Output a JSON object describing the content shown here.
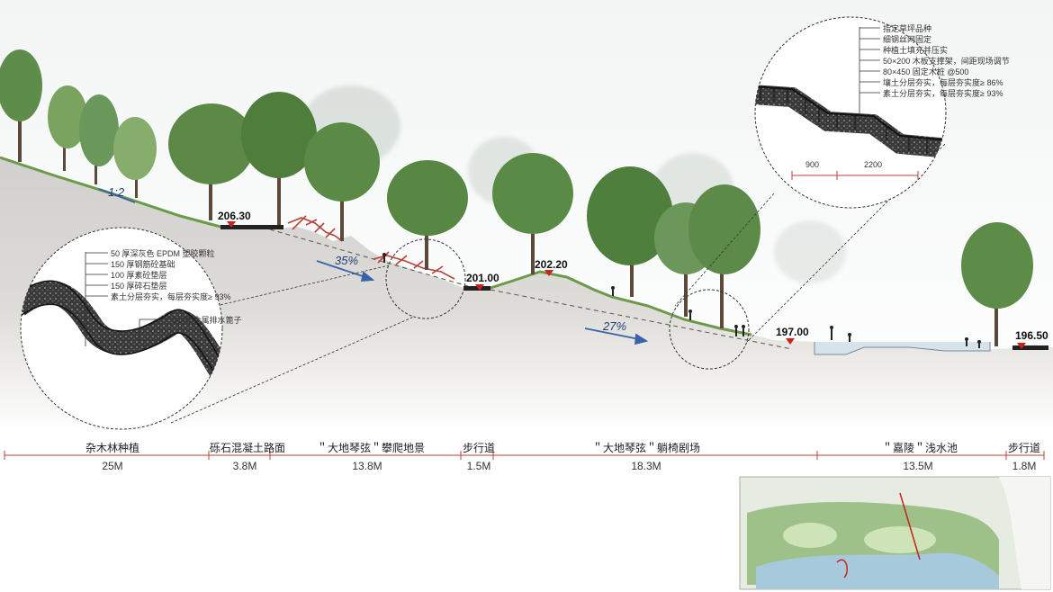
{
  "elevations": [
    {
      "id": "e1",
      "value": "206.30"
    },
    {
      "id": "e2",
      "value": "201.00"
    },
    {
      "id": "e3",
      "value": "202.20"
    },
    {
      "id": "e4",
      "value": "197.00"
    },
    {
      "id": "e5",
      "value": "196.50"
    }
  ],
  "slopes": [
    {
      "id": "s1",
      "value": "1:2"
    },
    {
      "id": "s2",
      "value": "35%"
    },
    {
      "id": "s3",
      "value": "27%"
    }
  ],
  "zones": [
    {
      "name": "杂木林种植",
      "width": "25M"
    },
    {
      "name": "砾石混凝土路面",
      "width": "3.8M"
    },
    {
      "name": "＂大地琴弦＂攀爬地景",
      "width": "13.8M"
    },
    {
      "name": "步行道",
      "width": "1.5M"
    },
    {
      "name": "＂大地琴弦＂躺椅剧场",
      "width": "18.3M"
    },
    {
      "name": "＂嘉陵＂浅水池",
      "width": "13.5M"
    },
    {
      "name": "步行道",
      "width": "1.8M"
    }
  ],
  "left_detail": {
    "layers": [
      "50 厚深灰色 EPDM 塑胶颗粒",
      "150 厚钢筋砼基础",
      "100 厚素砼垫层",
      "150 厚碎石垫层",
      "素土分层夯实，每层夯实度≥ 93%"
    ],
    "pipe": "ϕ100 金属排水篦子"
  },
  "right_detail": {
    "layers": [
      "指定草坪品种",
      "细钢丝网固定",
      "种植土填充并压实",
      "50×200 木板支撑架，间距现场调节",
      "80×450 固定木桩 @500",
      "壤土分层夯实，每层夯实度≥ 86%",
      "素土分层夯实，每层夯实度≥ 93%"
    ],
    "dims": [
      "900",
      "2200"
    ]
  }
}
